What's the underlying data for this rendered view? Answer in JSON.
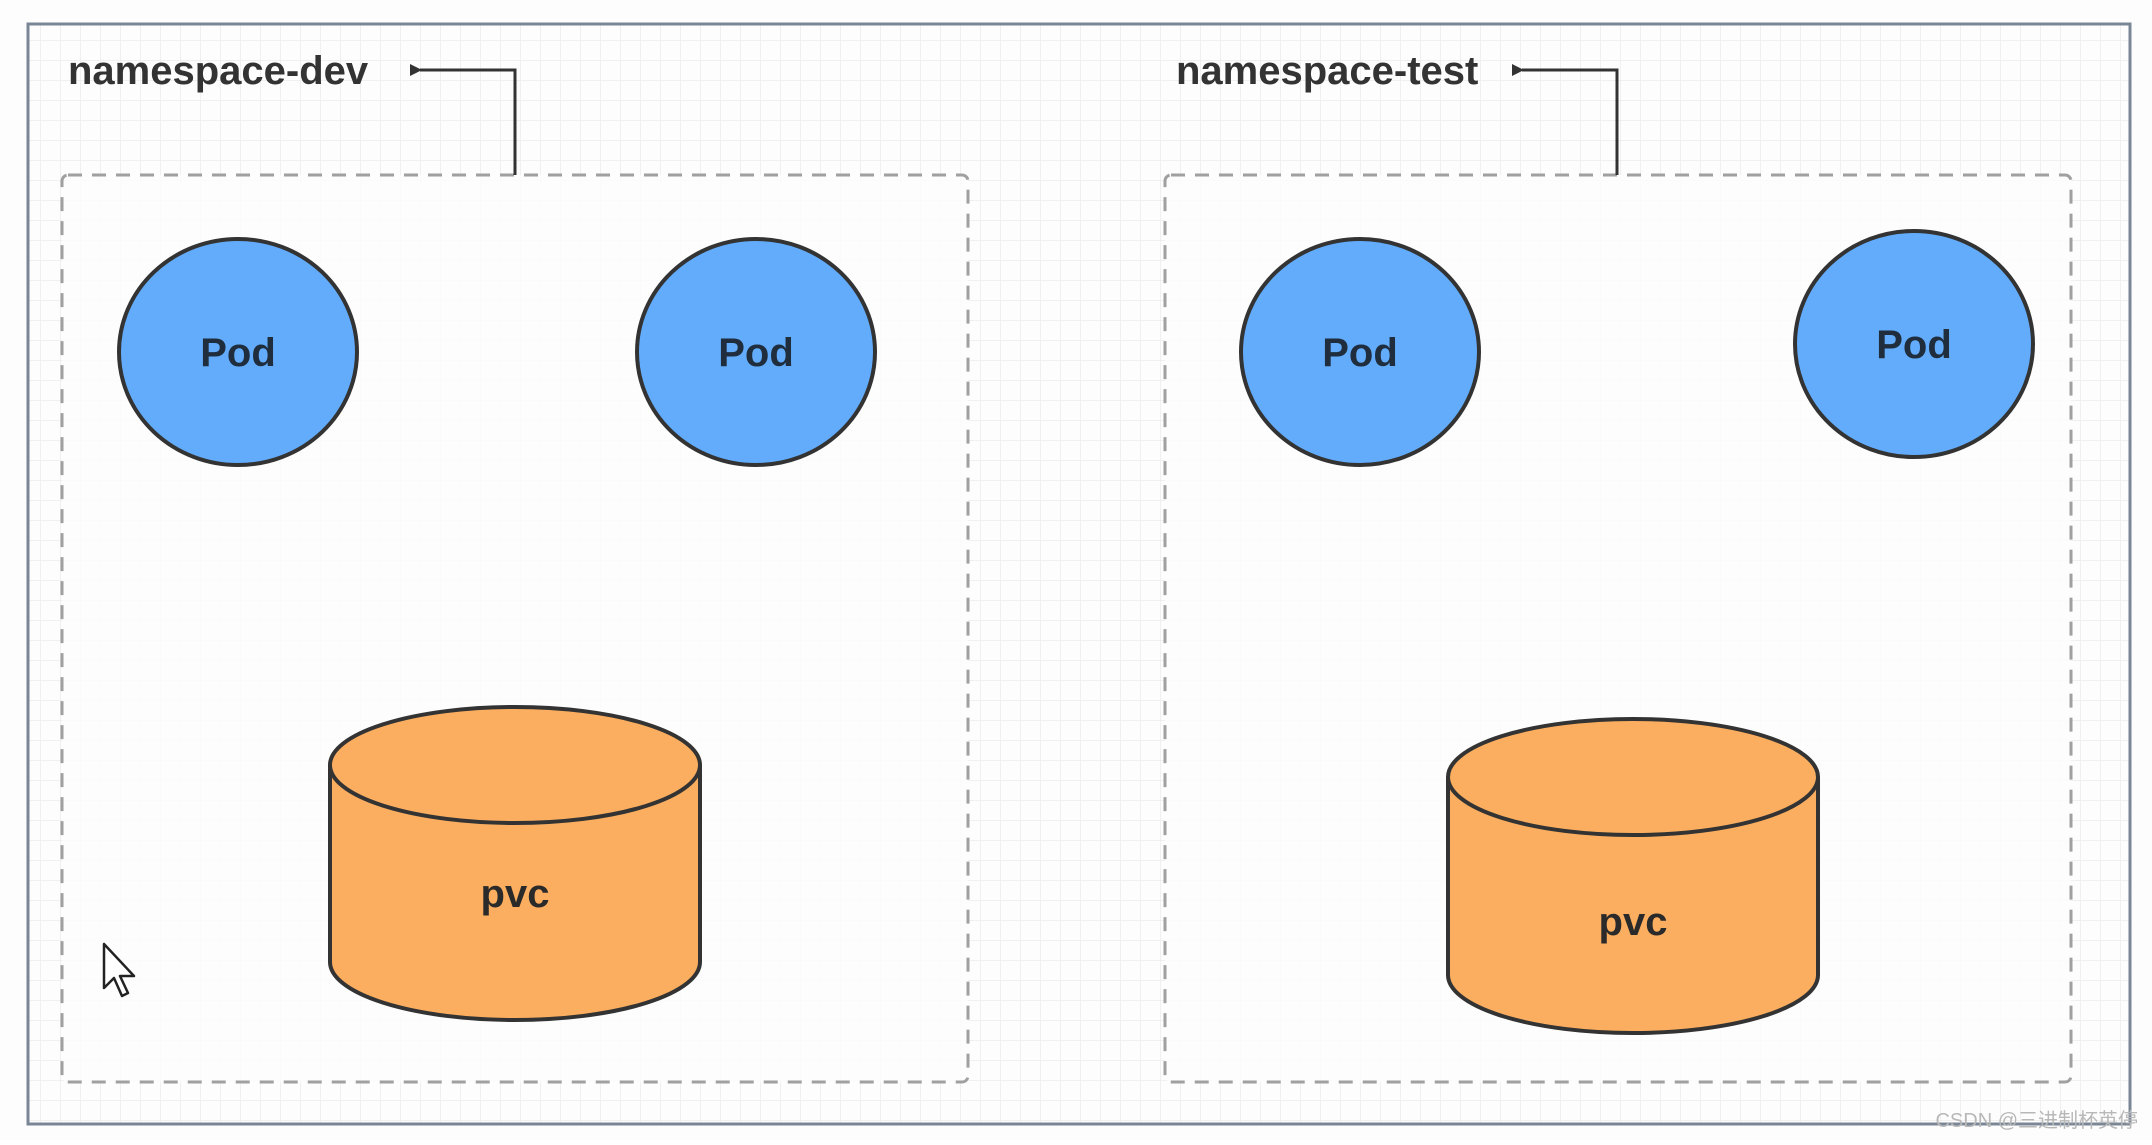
{
  "colors": {
    "canvas_background": "#fdfdfd",
    "grid_line": "#ececec",
    "frame_border": "#7a8696",
    "dashed_border": "#a0a0a0",
    "pod_fill": "#62acfb",
    "pod_stroke": "#333333",
    "pvc_fill": "#fbae5f",
    "pvc_stroke": "#333333",
    "arrow": "#333333"
  },
  "namespaces": [
    {
      "label": "namespace-dev",
      "pods": [
        {
          "label": "Pod"
        },
        {
          "label": "Pod"
        }
      ],
      "pvc": {
        "label": "pvc"
      }
    },
    {
      "label": "namespace-test",
      "pods": [
        {
          "label": "Pod"
        },
        {
          "label": "Pod"
        }
      ],
      "pvc": {
        "label": "pvc"
      }
    }
  ],
  "cursor": {
    "icon": "mouse-pointer-icon"
  },
  "watermark": "CSDN @三进制杯英停"
}
